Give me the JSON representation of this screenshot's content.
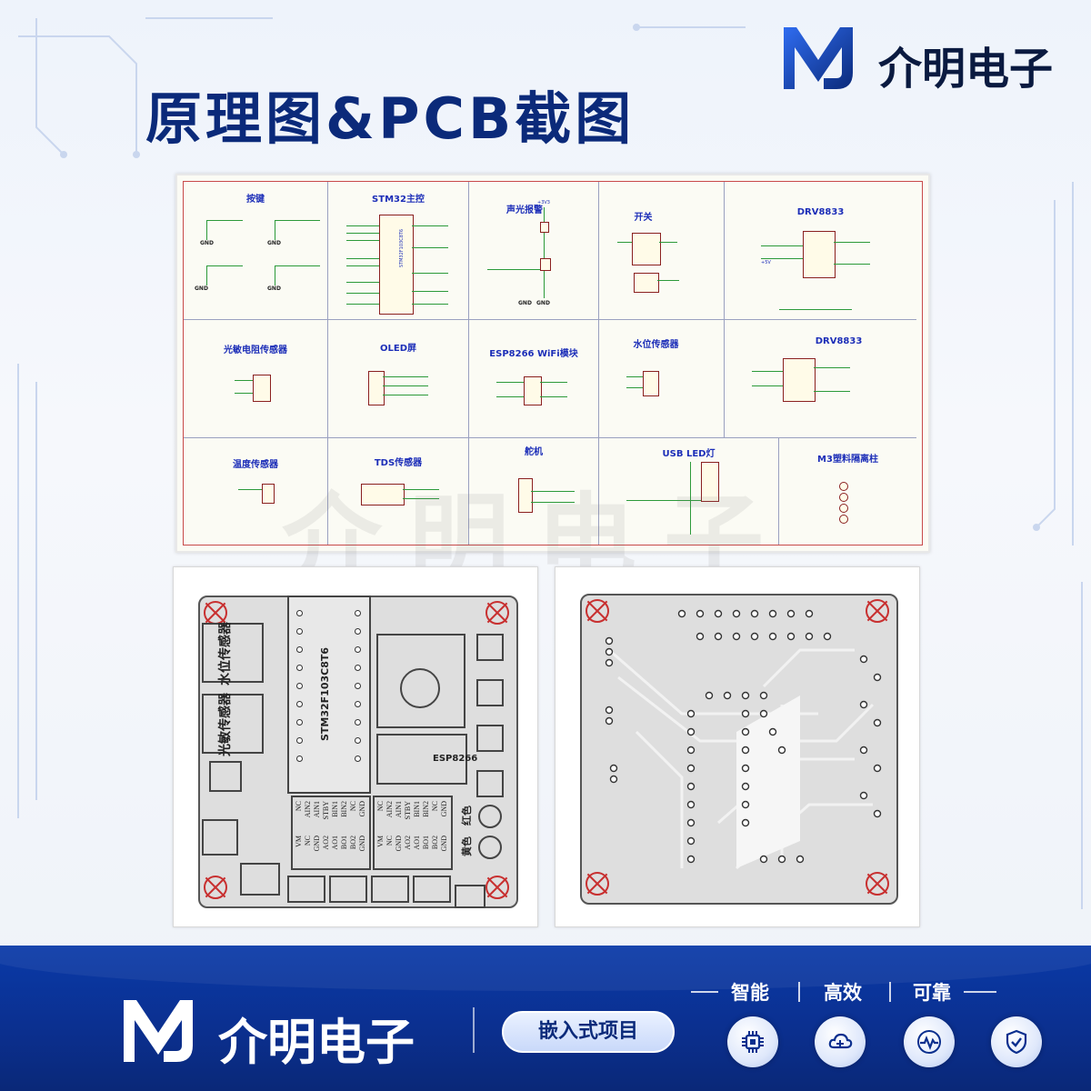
{
  "header": {
    "title": "原理图&PCB截图",
    "brand_name": "介明电子"
  },
  "schematic": {
    "blocks": [
      {
        "title": "按键"
      },
      {
        "title": "STM32主控"
      },
      {
        "title": "声光报警"
      },
      {
        "title": "开关"
      },
      {
        "title": "DRV8833"
      },
      {
        "title": "光敏电阻传感器"
      },
      {
        "title": "OLED屏"
      },
      {
        "title": "ESP8266 WiFi模块"
      },
      {
        "title": "水位传感器"
      },
      {
        "title": "DRV8833"
      },
      {
        "title": "温度传感器"
      },
      {
        "title": "TDS传感器"
      },
      {
        "title": "舵机"
      },
      {
        "title": "USB LED灯"
      },
      {
        "title": "M3塑料隔离柱"
      }
    ],
    "chip_labels": {
      "stm32": "STM32F103C8T6",
      "power": "+3V3",
      "gnd": "GND",
      "vcc5": "+5V"
    },
    "watermark": "介明电子"
  },
  "pcb_front": {
    "mcu_label": "STM32F103C8T6",
    "wifi_label": "ESP8266",
    "water_sensor_label": "水位传感器",
    "light_sensor_label": "光敏传感器",
    "red_label": "红色",
    "yellow_label": "黄色",
    "driver_pins_top": [
      "NC",
      "AIN2",
      "AIN1",
      "STBY",
      "BIN1",
      "BIN2",
      "NC",
      "GND"
    ],
    "driver_pins_bottom": [
      "VM",
      "NC",
      "GND",
      "AO2",
      "AO1",
      "BO1",
      "BO2",
      "GND"
    ]
  },
  "footer": {
    "brand_name": "介明电子",
    "tag": "嵌入式项目",
    "slogan": [
      "智能",
      "高效",
      "可靠"
    ],
    "icons": [
      "chip-icon",
      "cloud-icon",
      "pulse-icon",
      "shield-icon"
    ]
  },
  "colors": {
    "brand_blue": "#0b2a7a",
    "footer_blue": "#0b2f8e",
    "schematic_title": "#1c2eb8",
    "pcb_marker": "#c83030"
  }
}
